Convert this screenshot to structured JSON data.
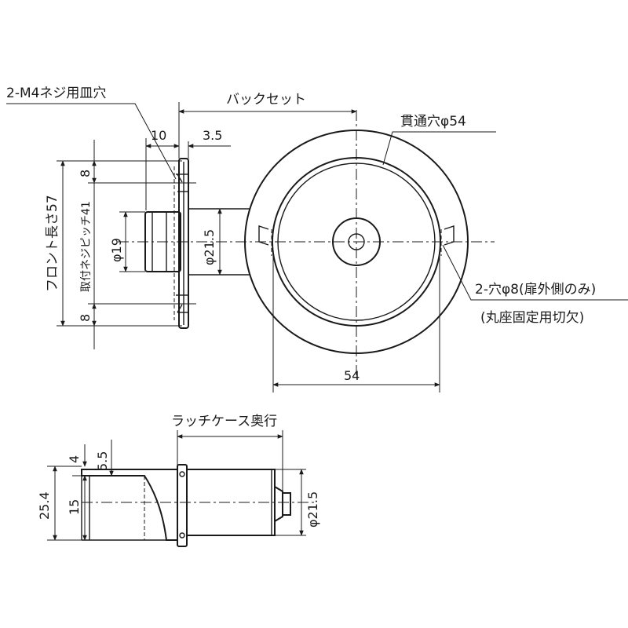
{
  "labels": {
    "screw_holes": "2-M4ネジ用皿穴",
    "backset": "バックセット",
    "through_hole": "貫通穴φ54",
    "dim_10": "10",
    "dim_3_5": "3.5",
    "front_length": "フロント長さ57",
    "screw_pitch": "取付ネジピッチ41",
    "dim_8_top": "8",
    "dim_8_bottom": "8",
    "dia_19": "φ19",
    "dia_21_5_top": "φ21.5",
    "holes_8": "2-穴φ8(扉外側のみ)",
    "rosette_notch": "(丸座固定用切欠)",
    "dim_54": "54",
    "latch_depth": "ラッチケース奥行",
    "dim_4": "4",
    "dim_5_5": "5.5",
    "dim_25_4": "25.4",
    "dim_15": "15",
    "dia_21_5_bottom": "φ21.5"
  }
}
